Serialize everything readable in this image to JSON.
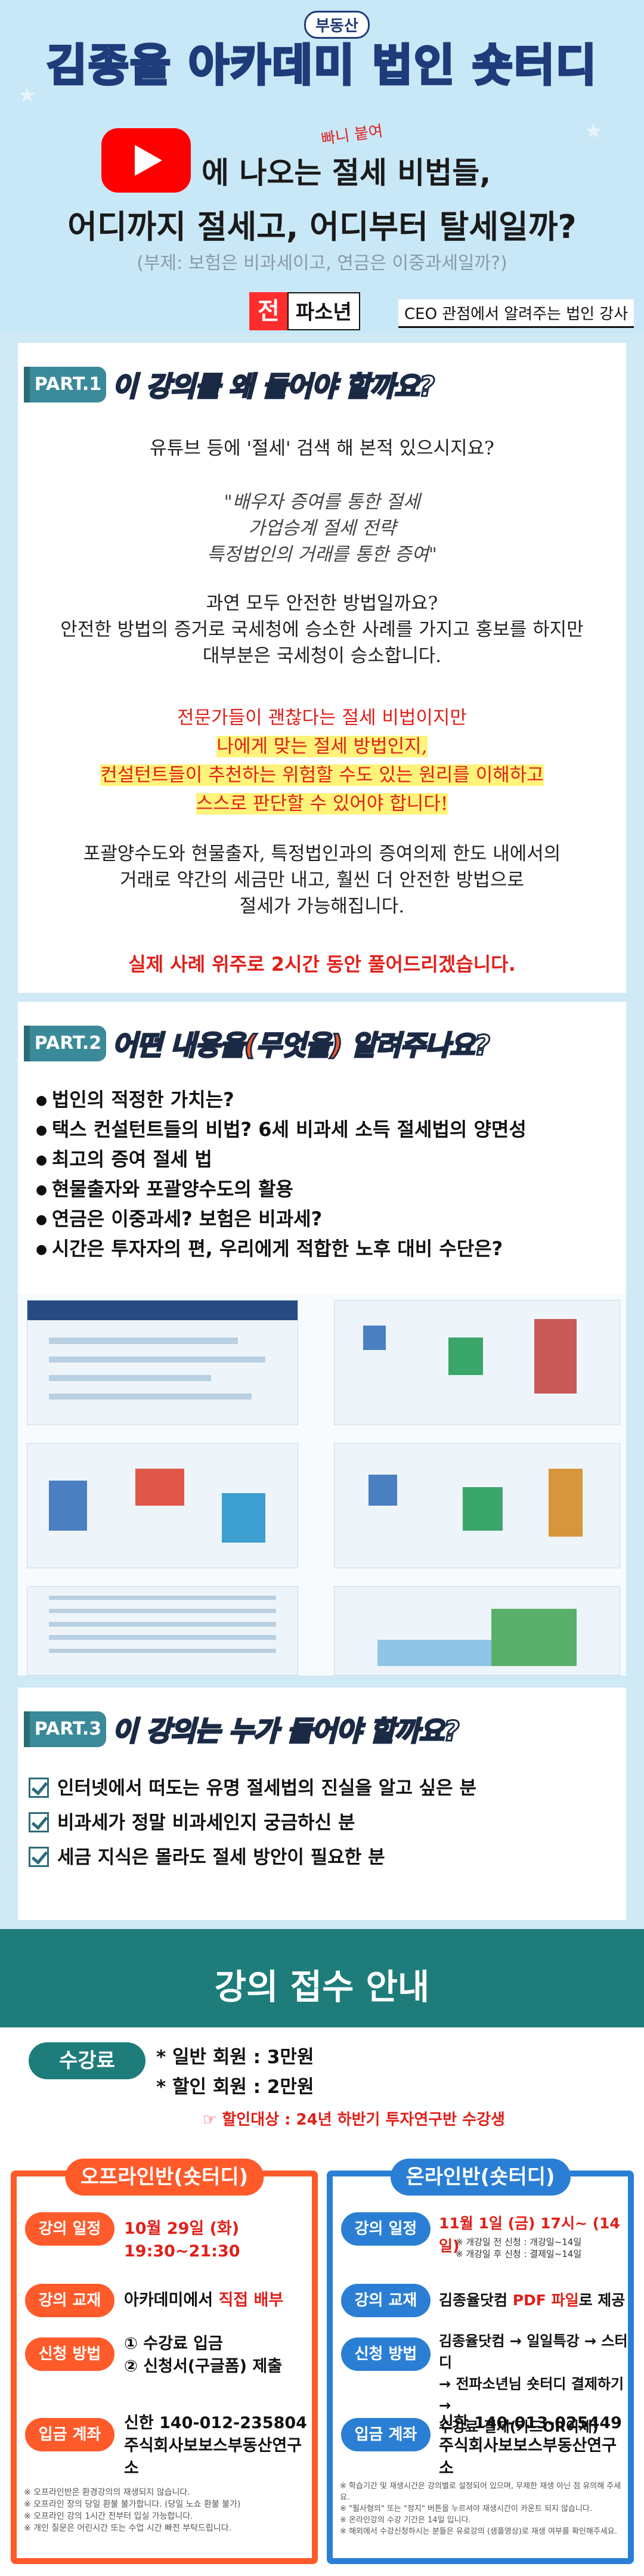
{
  "header": {
    "pill": "부동산",
    "logo_a": "김종율 아카데미",
    "logo_b": "법인",
    "logo_c": "숏터디",
    "line1": "에 나오는 절세 비법들,",
    "handnote": "빠니 붙여",
    "line2": "어디까지 절세고, 어디부터 탈세일까?",
    "line3": "(부제: 보험은 비과세이고, 연금은 이중과세일까?)",
    "badge_red": "전",
    "badge_white": "파소년",
    "badge_sub": "CEO 관점에서 알려주는 법인 강사"
  },
  "part1": {
    "tag": "PART.1",
    "title_pre": "이 강의를 ",
    "title_hl": "왜",
    "title_post": " 들어야 할까요?",
    "p1": "유튜브 등에 '절세' 검색 해 본적 있으시지요?",
    "quote1": "\"배우자 증여를 통한 절세",
    "quote2": "가업승계 절세 전략",
    "quote3": "특정법인의 거래를 통한 증여\"",
    "p2a": "과연 모두 안전한 방법일까요?",
    "p2b": "안전한 방법의 증거로 국세청에 승소한 사례를 가지고 홍보를 하지만",
    "p2c": "대부분은 국세청이 승소합니다.",
    "r1": "전문가들이 괜찮다는 절세 비법이지만",
    "r2": "나에게 맞는 절세 방법인지,",
    "r3": "컨설턴트들이 추천하는 위험할 수도 있는 원리를 이해하고",
    "r4": "스스로 판단할 수 있어야 합니다!",
    "p3a": "포괄양수도와 현물출자, 특정법인과의 증여의제 한도 내에서의",
    "p3b": "거래로 약간의 세금만 내고, 훨씬 더 안전한 방법으로",
    "p3c": "절세가 가능해집니다.",
    "emph": "실제 사례 위주로 2시간 동안 풀어드리겠습니다."
  },
  "part2": {
    "tag": "PART.2",
    "title_pre": "어떤 ",
    "title_hl": "내용을(무엇을)",
    "title_post": " 알려주나요?",
    "items": [
      "법인의 적정한 가치는?",
      "택스 컨설턴트들의 비법? 6세 비과세 소득 절세법의 양면성",
      "최고의 증여 절세 법",
      "현물출자와 포괄양수도의 활용",
      "연금은 이중과세?   보험은 비과세?",
      "시간은 투자자의 편, 우리에게 적합한 노후 대비 수단은?"
    ]
  },
  "part3": {
    "tag": "PART.3",
    "title_pre": "이 강의는 ",
    "title_hl": "누가",
    "title_post": " 들어야 할까요?",
    "items": [
      "인터넷에서 떠도는 유명 절세법의 진실을 알고 싶은 분",
      "비과세가 정말 비과세인지 궁금하신 분",
      "세금 지식은 몰라도 절세 방안이 필요한 분"
    ]
  },
  "signup": {
    "title": "강의 접수 안내",
    "fee_label": "수강료",
    "fee1": "* 일반 회원 : 3만원",
    "fee2": "* 할인 회원 : 2만원",
    "discount": "☞ 할인대상 : 24년 하반기 투자연구반 수강생"
  },
  "offline": {
    "tag": "오프라인반(숏터디)",
    "l1": "강의 일정",
    "v1": "10월 29일 (화) 19:30~21:30",
    "l2": "강의 교재",
    "v2a": "아카데미에서 ",
    "v2b": "직접 배부",
    "l3": "신청 방법",
    "v3a": "① 수강료 입금",
    "v3b": "② 신청서(구글폼) 제출",
    "l4": "입금 계좌",
    "v4a": "신한 140-012-235804",
    "v4b": "주식회사보보스부동산연구소",
    "n1": "※ 오프라인반은 환경강의의 재생되지 않습니다.",
    "n2": "※ 오프라인 장의 당일 환불 불가합니다. (당일 노쇼 환불 불가)",
    "n3": "※ 오프라인 강의 1시간 전부터 입실 가능합니다.",
    "n4": "※ 개인 질문은 어린시간 또는 수업 시간 빠전 부탁드립니다."
  },
  "online": {
    "tag": "온라인반(숏터디)",
    "l1": "강의 일정",
    "v1": "11월 1일 (금) 17시~ (14일)",
    "v1a": "※ 개강일 전 신청 : 개강일~14일",
    "v1b": "※ 개강일 후 신청 : 결제일~14일",
    "l2": "강의 교재",
    "v2a": "김종율닷컴 ",
    "v2b": "PDF 파일",
    "v2c": "로 제공",
    "l3": "신청 방법",
    "v3a": "김종율닷컴 → 일일특강 → 스터디",
    "v3b": "→ 전파소년님 숏터디 결제하기 →",
    "v3c": "수강료 결제(카드OR이체)",
    "l4": "입금 계좌",
    "v4a": "신한 140-013-025449",
    "v4b": "주식회사보보스부동산연구소",
    "n1": "※ 학습기간 및 재생시간은 강의별로 설정되어 있으며, 무제한 재생 아닌 점 유의해 주세요.",
    "n2": "※ \"필사형의\" 또는 \"정지\" 버튼을 누르셔야 재생시간이 카운트 되지 않습니다.",
    "n3": "※ 온라인강의 수강 기간은 14일 입니다.",
    "n4": "※ 해외에서 수강신청하시는 분들은 유료강의 (샘플영상)로 재생 여부를 확인해주세요."
  }
}
